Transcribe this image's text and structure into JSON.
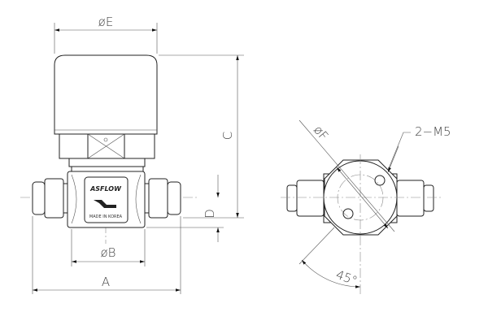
{
  "dimensions": {
    "E": "øE",
    "C": "C",
    "D": "D",
    "B": "øB",
    "A": "A",
    "F": "øF",
    "holes": "2−M5",
    "angle": "45°"
  },
  "label": {
    "brand": "ASFLOW",
    "origin": "MADE IN KOREA"
  }
}
